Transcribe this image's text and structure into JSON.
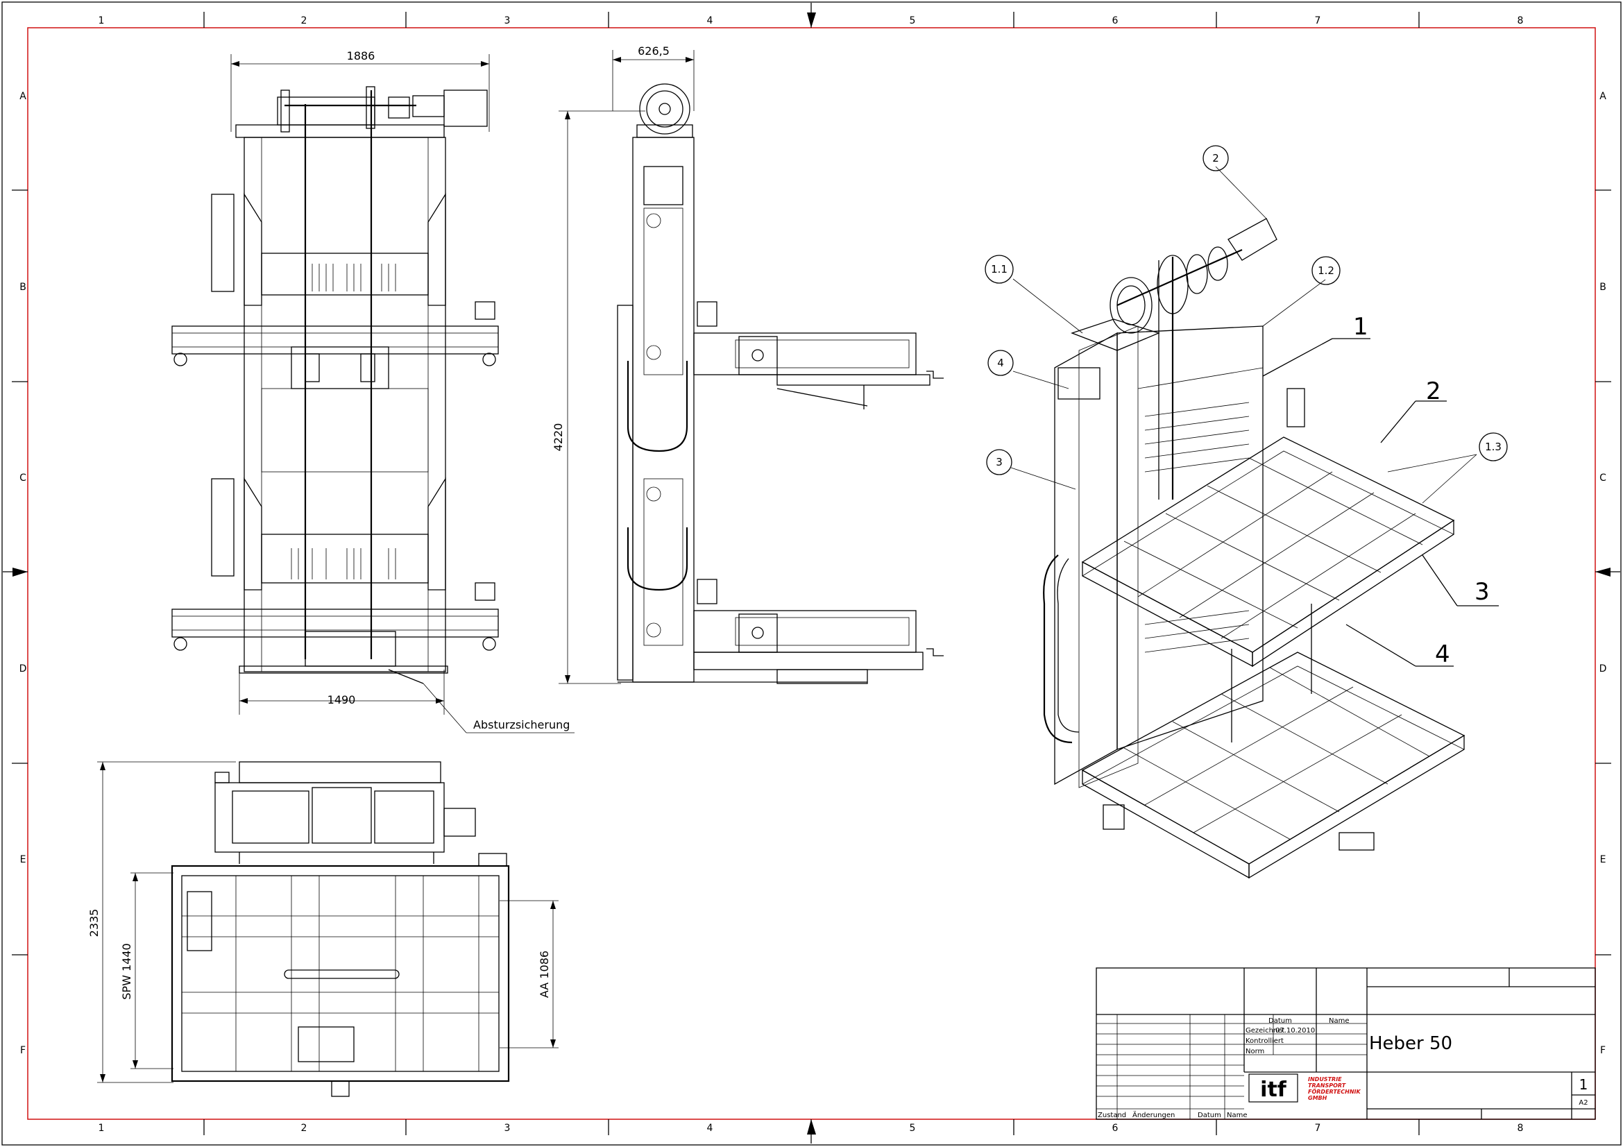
{
  "drawing": {
    "zone_columns_top": [
      "1",
      "2",
      "3",
      "4",
      "5",
      "6",
      "7",
      "8"
    ],
    "zone_columns_bottom": [
      "1",
      "2",
      "3",
      "4",
      "5",
      "6",
      "7",
      "8"
    ],
    "zone_rows": [
      "A",
      "B",
      "C",
      "D",
      "E",
      "F"
    ],
    "border_color": "#d01010"
  },
  "dimensions": {
    "front_width": "1886",
    "front_inner_width": "1490",
    "side_width": "626,5",
    "side_height": "4220",
    "plan_height": "2335",
    "plan_spw": "SPW 1440",
    "plan_aa": "AA 1086"
  },
  "labels": {
    "fall_protection": "Absturzsicherung"
  },
  "callouts": {
    "circle_2": "2",
    "circle_1_1": "1.1",
    "circle_1_2": "1.2",
    "circle_4": "4",
    "circle_3": "3",
    "circle_1_3": "1.3",
    "item_1": "1",
    "item_2": "2",
    "item_3": "3",
    "item_4": "4"
  },
  "title_block": {
    "header_datum": "Datum",
    "header_name": "Name",
    "row_gezeichnet": "Gezeichnet",
    "row_gezeichnet_date": "07.10.2010",
    "row_kontrolliert": "Kontrolliert",
    "row_norm": "Norm",
    "title": "Heber 50",
    "company_line1": "INDUSTRIE",
    "company_line2": "TRANSPORT",
    "company_line3": "FÖRDERTECHNIK",
    "company_line4": "GMBH",
    "logo_text": "itf",
    "sheet_number": "1",
    "sheet_format": "A2",
    "footer_zustand": "Zustand",
    "footer_aenderungen": "Änderungen",
    "footer_datum": "Datum",
    "footer_name": "Name"
  }
}
